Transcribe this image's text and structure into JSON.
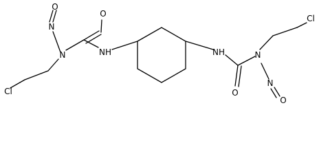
{
  "molecule": {
    "atoms": [
      {
        "id": "cl_left",
        "symbol": "Cl"
      },
      {
        "id": "n_nitroso_left",
        "symbol": "N"
      },
      {
        "id": "o_nitroso_left",
        "symbol": "O"
      },
      {
        "id": "n_amide_left",
        "symbol": "N"
      },
      {
        "id": "o_carbonyl_left",
        "symbol": "O"
      },
      {
        "id": "nh_left",
        "symbol": "NH"
      },
      {
        "id": "nh_right",
        "symbol": "NH"
      },
      {
        "id": "o_carbonyl_right",
        "symbol": "O"
      },
      {
        "id": "n_amide_right",
        "symbol": "N"
      },
      {
        "id": "cl_right",
        "symbol": "Cl"
      },
      {
        "id": "n_nitroso_right",
        "symbol": "N"
      },
      {
        "id": "o_nitroso_right",
        "symbol": "O"
      }
    ]
  }
}
